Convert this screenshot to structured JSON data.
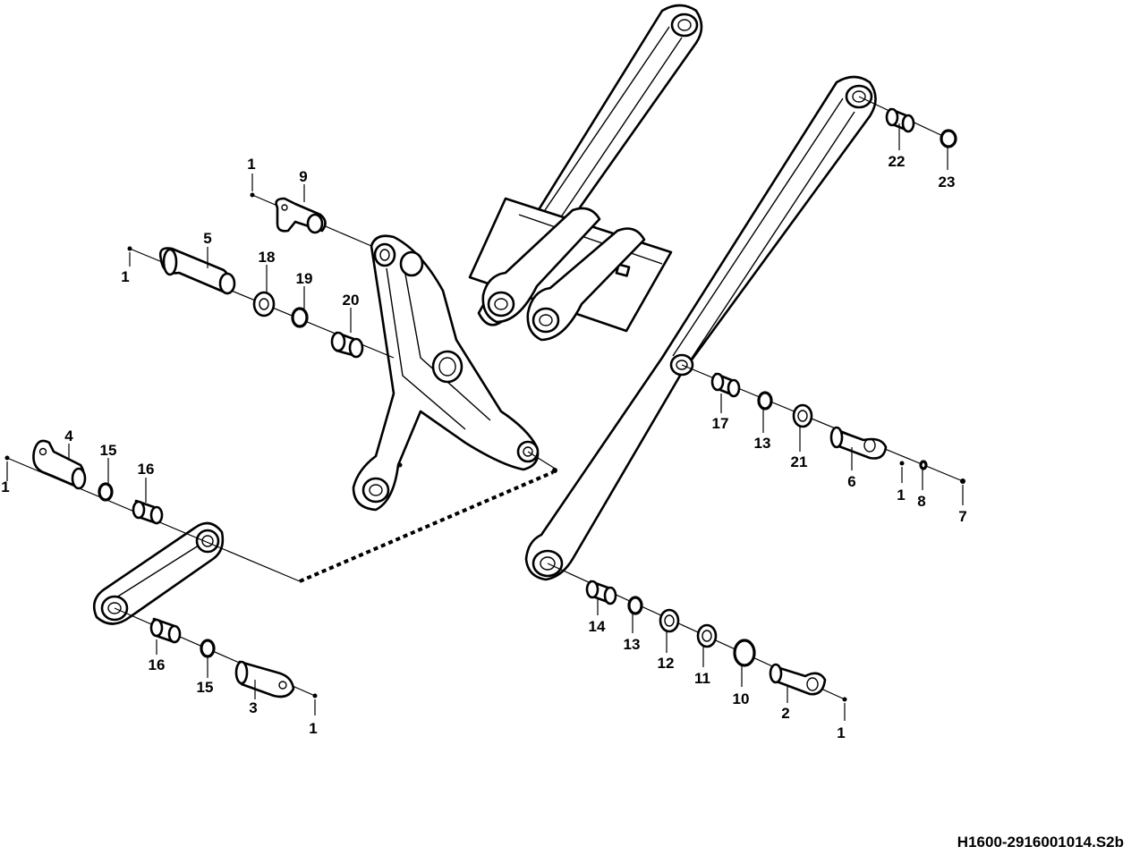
{
  "drawing_code": "H1600-2916001014.S2b",
  "callouts": {
    "c1a": "1",
    "c1b": "1",
    "c1c": "1",
    "c1d": "1",
    "c1e": "1",
    "c1f": "1",
    "c2": "2",
    "c3": "3",
    "c4": "4",
    "c5": "5",
    "c6": "6",
    "c7": "7",
    "c8": "8",
    "c9": "9",
    "c10": "10",
    "c11": "11",
    "c12": "12",
    "c13a": "13",
    "c13b": "13",
    "c14": "14",
    "c15a": "15",
    "c15b": "15",
    "c16a": "16",
    "c16b": "16",
    "c17": "17",
    "c18": "18",
    "c19": "19",
    "c20": "20",
    "c21": "21",
    "c22": "22",
    "c23": "23"
  }
}
